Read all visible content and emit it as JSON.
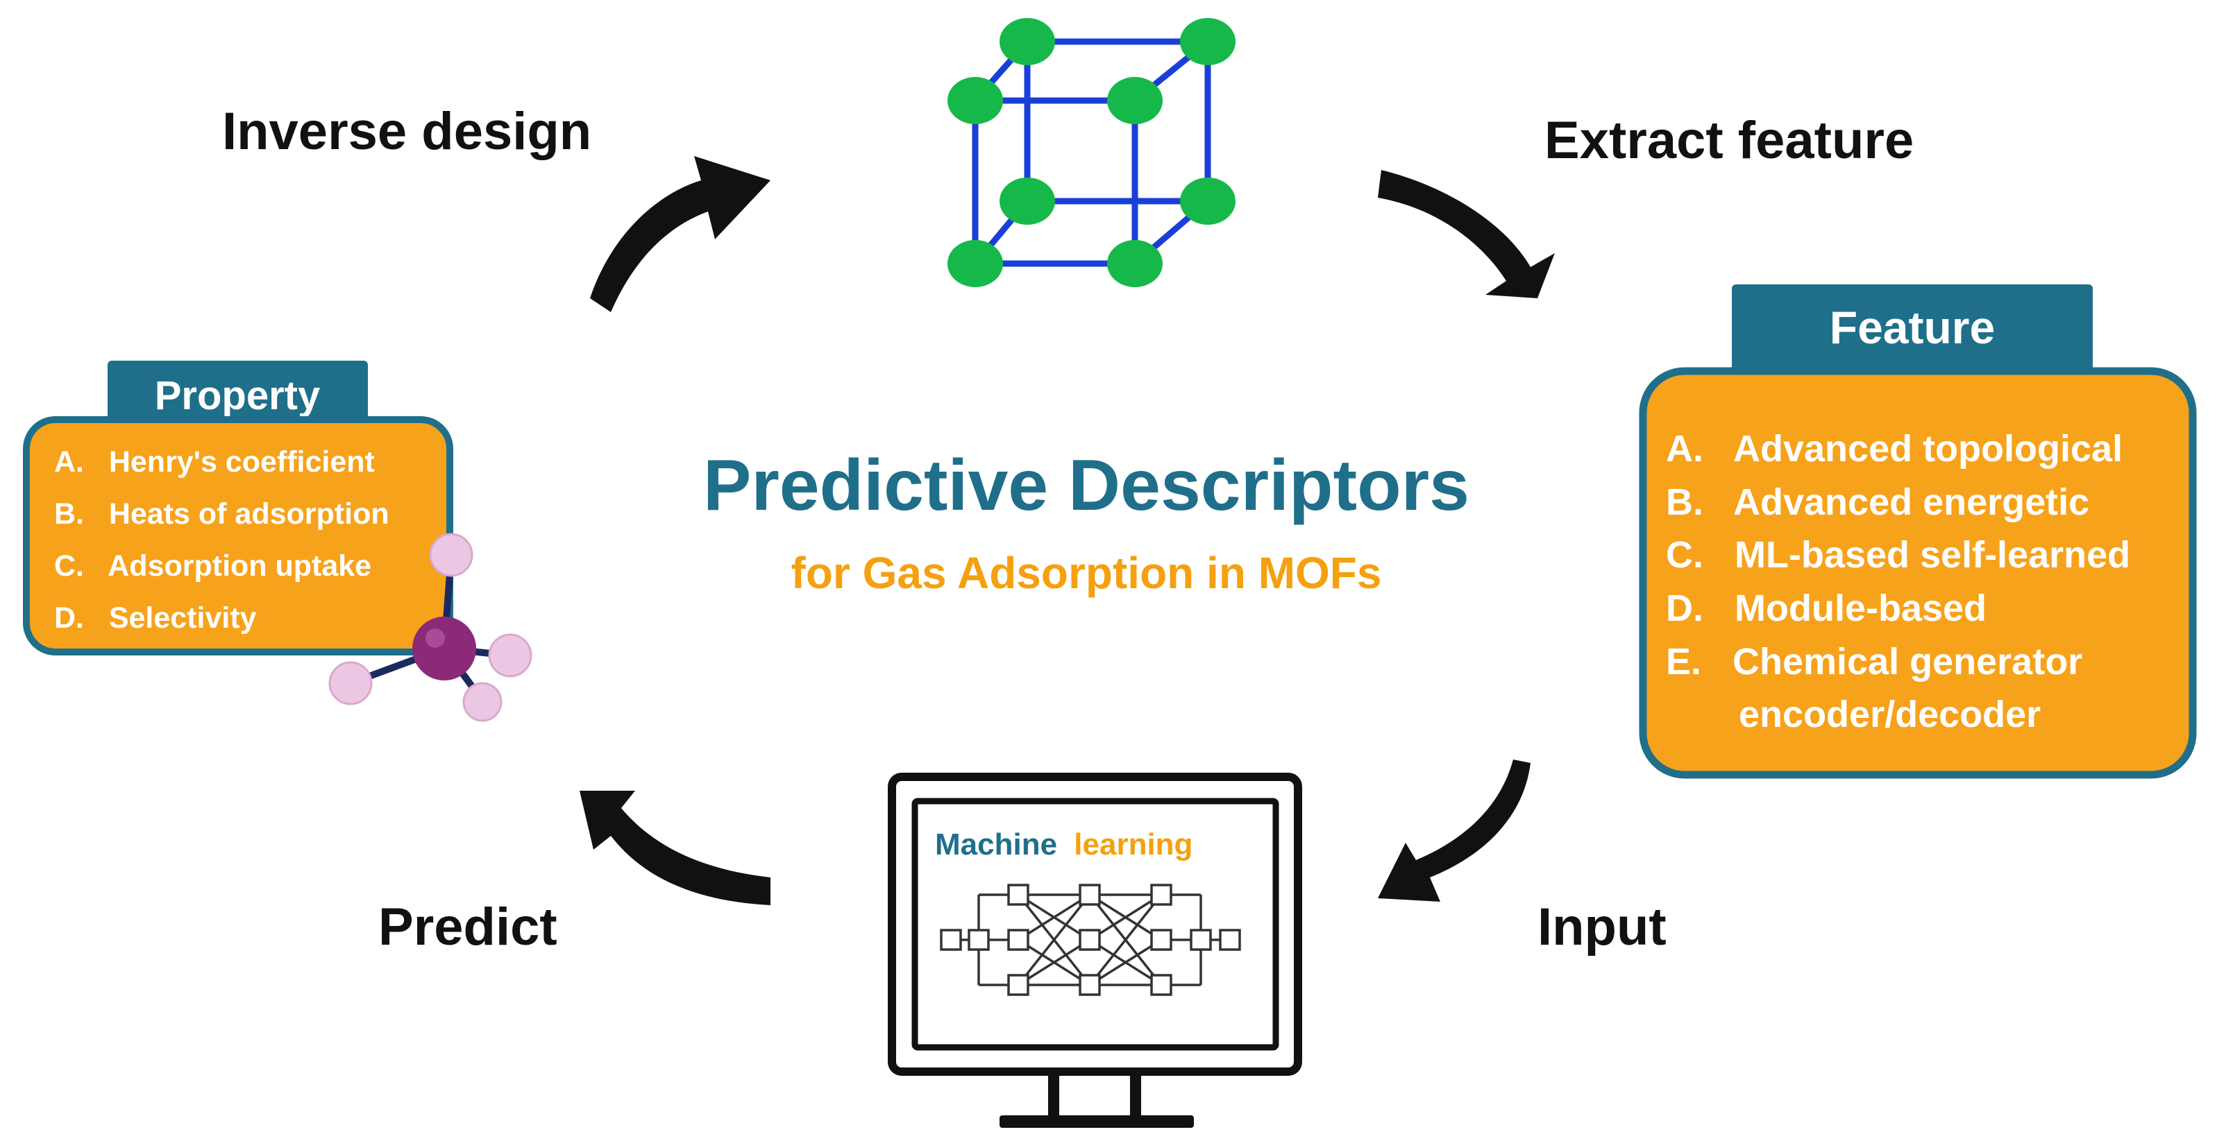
{
  "colors": {
    "accent_blue": "#1f6f8b",
    "box_orange": "#f7a21b",
    "subtitle_orange": "#f5a00f",
    "node_green": "#16b84a",
    "lattice_blue": "#1a3fd8",
    "atom_purple": "#8a2a78",
    "atom_pink": "#ecc7e3",
    "arrow_black": "#111111"
  },
  "center": {
    "title": "Predictive Descriptors",
    "subtitle": "for Gas Adsorption in MOFs"
  },
  "cycle": {
    "inverse_design": "Inverse design",
    "extract_feature": "Extract feature",
    "input": "Input",
    "predict": "Predict"
  },
  "property_box": {
    "tab_label": "Property",
    "items": [
      "A.   Henry's coefficient",
      "B.   Heats of adsorption",
      "C.   Adsorption uptake",
      "D.   Selectivity"
    ]
  },
  "feature_box": {
    "tab_label": "Feature",
    "items": [
      "A.   Advanced topological",
      "B.   Advanced energetic",
      "C.   ML-based self-learned",
      "D.   Module-based",
      "E.   Chemical generator",
      "       encoder/decoder"
    ]
  },
  "monitor": {
    "label_part1": "Machine",
    "label_part2": "learning"
  },
  "icons": {
    "lattice": "crystal-lattice-icon",
    "molecule": "methane-molecule-icon",
    "monitor": "computer-monitor-icon",
    "network": "neural-network-icon"
  }
}
